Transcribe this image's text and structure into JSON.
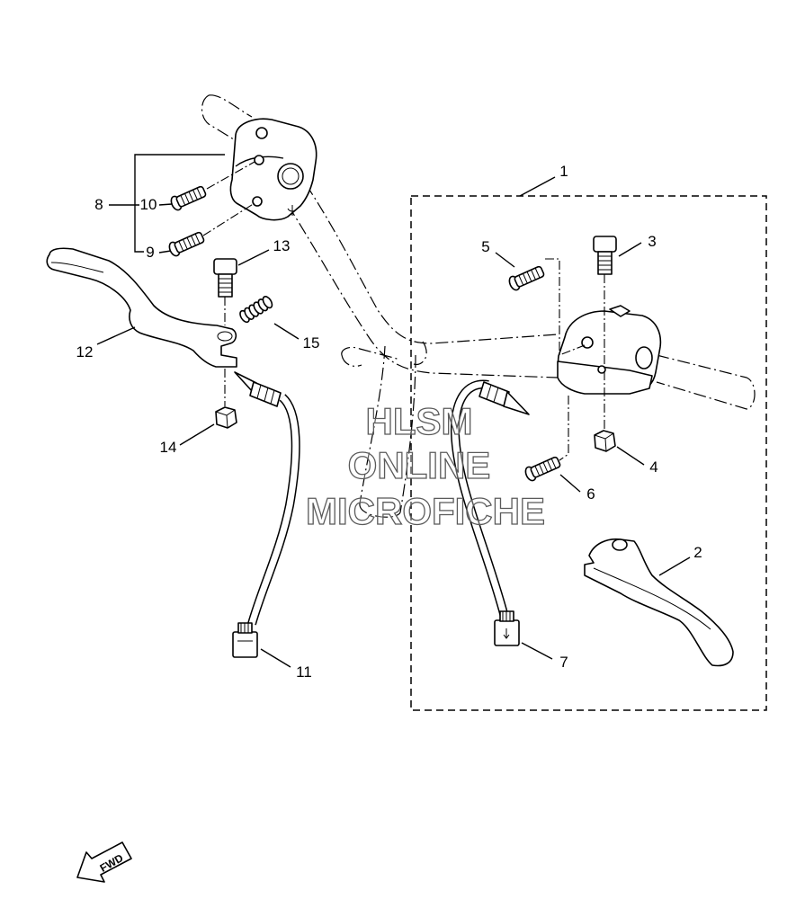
{
  "callouts": [
    "1",
    "2",
    "3",
    "4",
    "5",
    "6",
    "7",
    "8",
    "9",
    "10",
    "11",
    "12",
    "13",
    "14",
    "15"
  ],
  "watermark": {
    "line1": "HLSM",
    "line2": "ONLINE",
    "line3": "MICROFICHE"
  },
  "fwd_label": "FWD"
}
